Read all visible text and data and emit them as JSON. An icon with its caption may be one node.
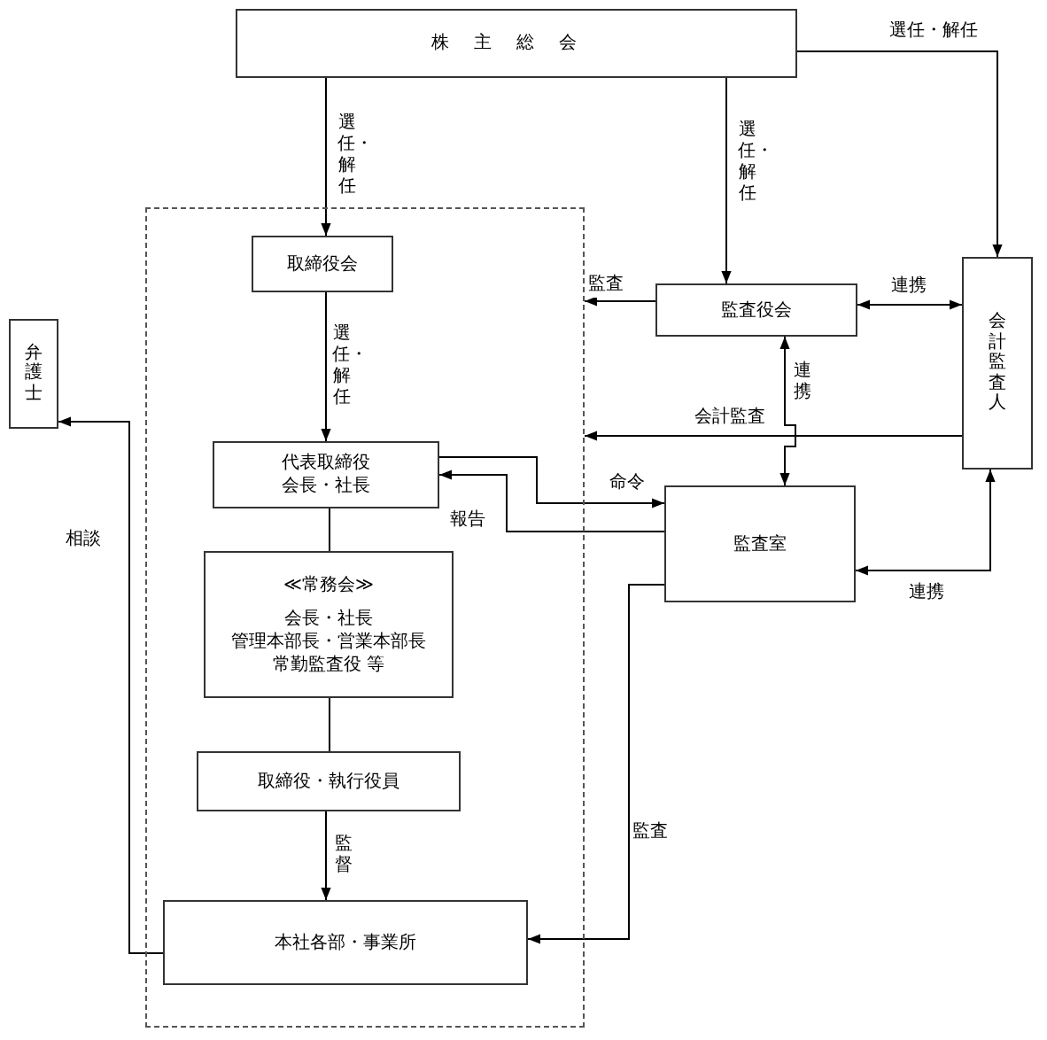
{
  "diagram": {
    "nodes": [
      {
        "text": [
          "株主総会"
        ]
      },
      {
        "text": [],
        "shape": "box"
      },
      {
        "text": [
          "取締役会"
        ],
        "in": 1
      },
      {
        "text": [
          "監査役会"
        ]
      },
      {
        "text": [
          "会計監査人"
        ]
      },
      {
        "text": [
          "弁護士"
        ]
      },
      {
        "text": [
          "代表取締役",
          "会長・社長"
        ],
        "in": 1
      },
      {
        "text": [
          "≪常務会≫",
          "会長・社長",
          "管理本部長・営業本部長",
          "常勤監査役 等"
        ],
        "in": 1
      },
      {
        "text": [
          "監査室"
        ]
      },
      {
        "text": [
          "取締役・執行役員"
        ],
        "in": 1
      },
      {
        "text": [
          "本社各部・事業所"
        ],
        "in": 1
      }
    ],
    "edges": [
      {
        "from": 0,
        "to": 2,
        "arrow": "to",
        "label": "選任・解任"
      },
      {
        "from": 0,
        "to": 3,
        "arrow": "to",
        "label": "選任・解任"
      },
      {
        "from": 0,
        "to": 4,
        "arrow": "to",
        "label": "選任・解任"
      },
      {
        "from": 3,
        "to": 1,
        "arrow": "to",
        "label": "監査"
      },
      {
        "from": 3,
        "to": 4,
        "arrow": "both",
        "label": "連携"
      },
      {
        "from": 3,
        "to": 8,
        "arrow": "both",
        "label": "連携"
      },
      {
        "from": 4,
        "to": 1,
        "arrow": "to",
        "label": "会計監査"
      },
      {
        "from": 2,
        "to": 6,
        "arrow": "to",
        "label": "選任・解任"
      },
      {
        "from": 6,
        "to": 8,
        "arrow": "to",
        "label": "命令"
      },
      {
        "from": 8,
        "to": 6,
        "arrow": "to",
        "label": "報告"
      },
      {
        "from": 6,
        "to": 7,
        "arrow": "none"
      },
      {
        "from": 7,
        "to": 9,
        "arrow": "none"
      },
      {
        "from": 9,
        "to": 10,
        "arrow": "to",
        "label": "監督"
      },
      {
        "from": 8,
        "to": 10,
        "arrow": "to",
        "label": "監査"
      },
      {
        "from": 8,
        "to": 4,
        "arrow": "both",
        "label": "連携"
      },
      {
        "from": 10,
        "to": 5,
        "arrow": "to",
        "label": "相談"
      }
    ]
  }
}
